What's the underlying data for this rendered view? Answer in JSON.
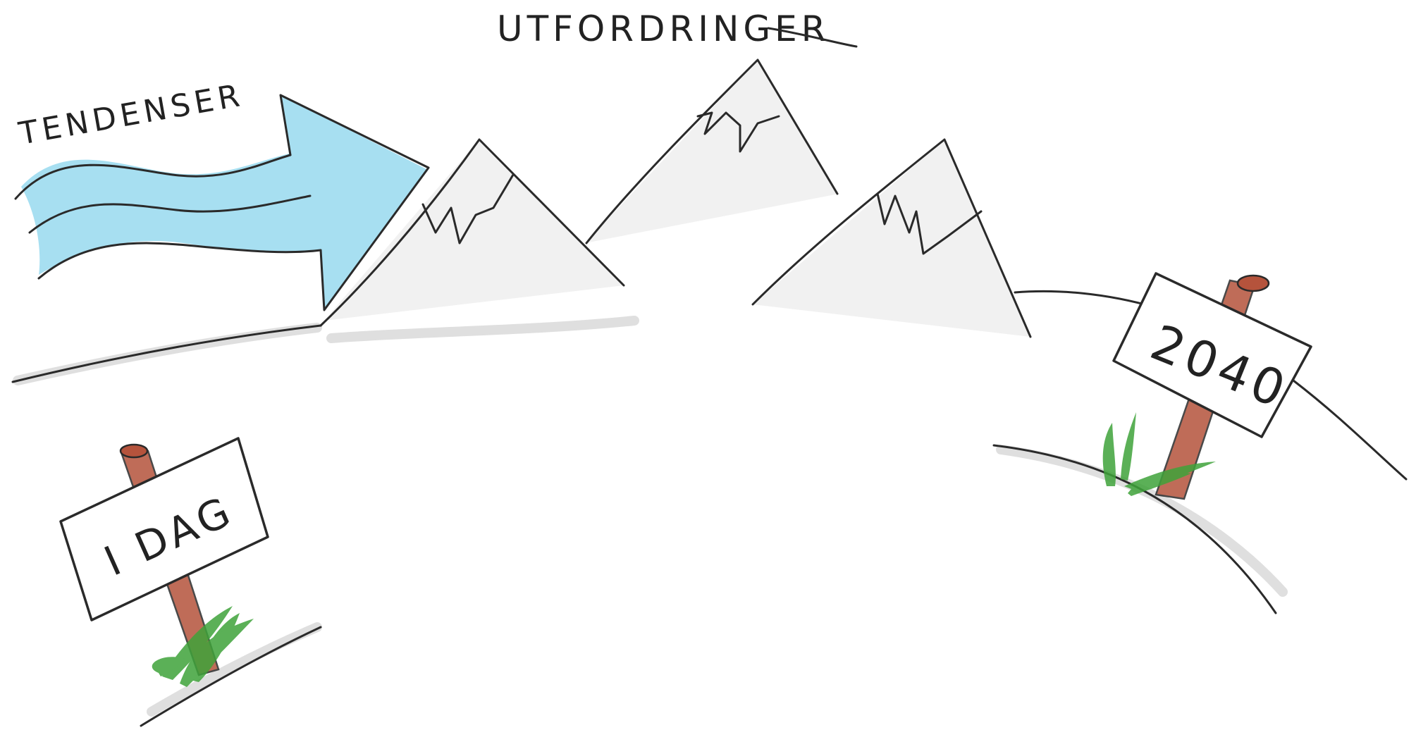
{
  "labels": {
    "challenges": "UTFORDRINGER",
    "trends": "TENDENSER",
    "today_sign": "I DAG",
    "future_sign": "2040"
  },
  "colors": {
    "arrow": "#5ec4e6",
    "sign_post": "#b5533c",
    "grass": "#3fa33a",
    "ink": "#2a2a2a",
    "mountain_shade": "#e6e6e6"
  },
  "icons": {
    "arrow": "wavy-arrow-icon",
    "mountains": "mountain-range-icon",
    "signs": "signpost-icon",
    "grass": "grass-tuft-icon"
  }
}
